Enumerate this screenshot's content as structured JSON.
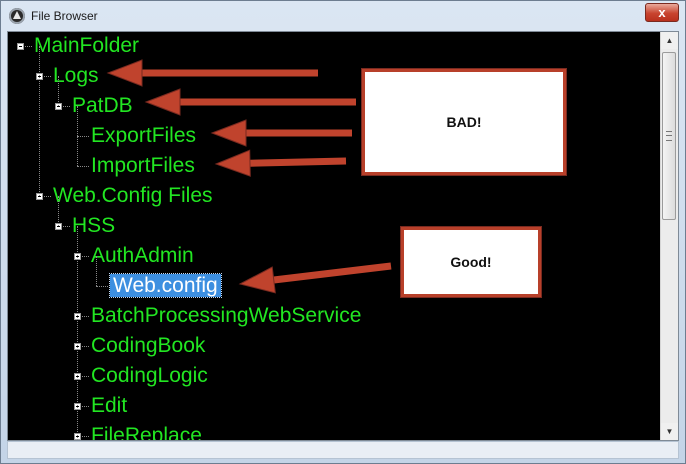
{
  "window": {
    "title": "File Browser",
    "close_label": "x"
  },
  "tree": {
    "nodes": [
      {
        "label": "MainFolder",
        "level": 0,
        "expander": "minus"
      },
      {
        "label": "Logs",
        "level": 1,
        "expander": "minus"
      },
      {
        "label": "PatDB",
        "level": 2,
        "expander": "minus"
      },
      {
        "label": "ExportFiles",
        "level": 3,
        "expander": "none"
      },
      {
        "label": "ImportFiles",
        "level": 3,
        "expander": "none"
      },
      {
        "label": "Web.Config Files",
        "level": 1,
        "expander": "minus"
      },
      {
        "label": "HSS",
        "level": 2,
        "expander": "minus"
      },
      {
        "label": "AuthAdmin",
        "level": 3,
        "expander": "minus"
      },
      {
        "label": "Web.config",
        "level": 4,
        "expander": "none",
        "selected": true
      },
      {
        "label": "BatchProcessingWebService",
        "level": 3,
        "expander": "plus"
      },
      {
        "label": "CodingBook",
        "level": 3,
        "expander": "plus"
      },
      {
        "label": "CodingLogic",
        "level": 3,
        "expander": "plus"
      },
      {
        "label": "Edit",
        "level": 3,
        "expander": "plus"
      },
      {
        "label": "FileReplace",
        "level": 3,
        "expander": "plus"
      }
    ]
  },
  "annotations": {
    "bad_label": "BAD!",
    "good_label": "Good!"
  },
  "colors": {
    "tree_background": "#000000",
    "node_text": "#22e622",
    "selection": "#3d8fe0",
    "arrow": "#c0432d"
  },
  "scrollbar": {
    "up_icon": "triangle-up",
    "down_icon": "triangle-down"
  }
}
